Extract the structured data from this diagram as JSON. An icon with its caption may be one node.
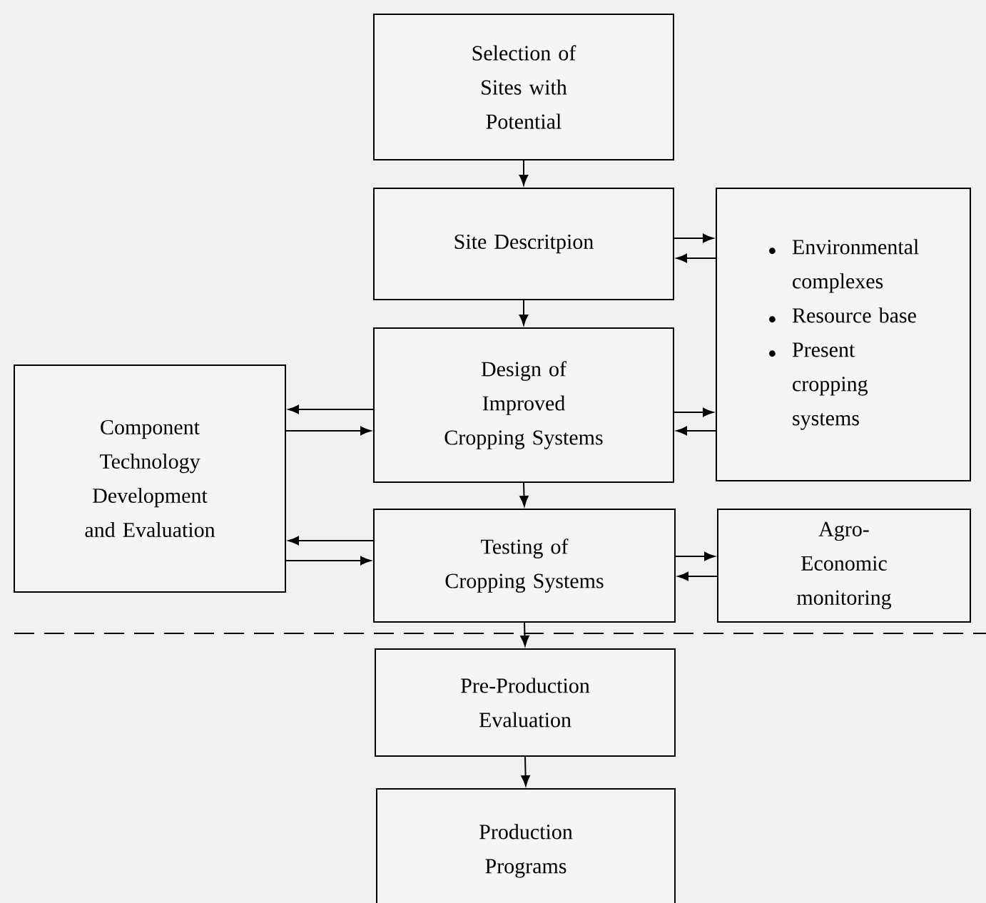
{
  "diagram": {
    "nodes": [
      {
        "text": [
          "Selection of Sites with Potential"
        ]
      },
      {
        "text": [
          "Site Descritpion"
        ]
      },
      {
        "text": [
          "Design of Improved Cropping Systems"
        ]
      },
      {
        "text": [
          "Component Technology Development and Evaluation"
        ]
      },
      {
        "text": [
          "Environmental complexes",
          "Resource base",
          "Present cropping systems"
        ]
      },
      {
        "text": [
          "Testing of Cropping Systems"
        ]
      },
      {
        "text": [
          "Agro-Economic monitoring"
        ]
      },
      {
        "text": [
          "Pre-Production Evaluation"
        ]
      },
      {
        "text": [
          "Production Programs"
        ]
      }
    ],
    "edges": [
      {
        "from": 0,
        "to": 1,
        "arrow": "to"
      },
      {
        "from": 1,
        "to": 2,
        "arrow": "to"
      },
      {
        "from": 1,
        "to": 4,
        "arrow": "to"
      },
      {
        "from": 4,
        "to": 1,
        "arrow": "to"
      },
      {
        "from": 2,
        "to": 3,
        "arrow": "to"
      },
      {
        "from": 3,
        "to": 2,
        "arrow": "to"
      },
      {
        "from": 2,
        "to": 4,
        "arrow": "to"
      },
      {
        "from": 4,
        "to": 2,
        "arrow": "to"
      },
      {
        "from": 2,
        "to": 5,
        "arrow": "to"
      },
      {
        "from": 5,
        "to": 3,
        "arrow": "to"
      },
      {
        "from": 3,
        "to": 5,
        "arrow": "to"
      },
      {
        "from": 5,
        "to": 6,
        "arrow": "to"
      },
      {
        "from": 6,
        "to": 5,
        "arrow": "to"
      },
      {
        "from": 5,
        "to": 7,
        "arrow": "to"
      },
      {
        "from": 7,
        "to": 8,
        "arrow": "to"
      }
    ]
  }
}
